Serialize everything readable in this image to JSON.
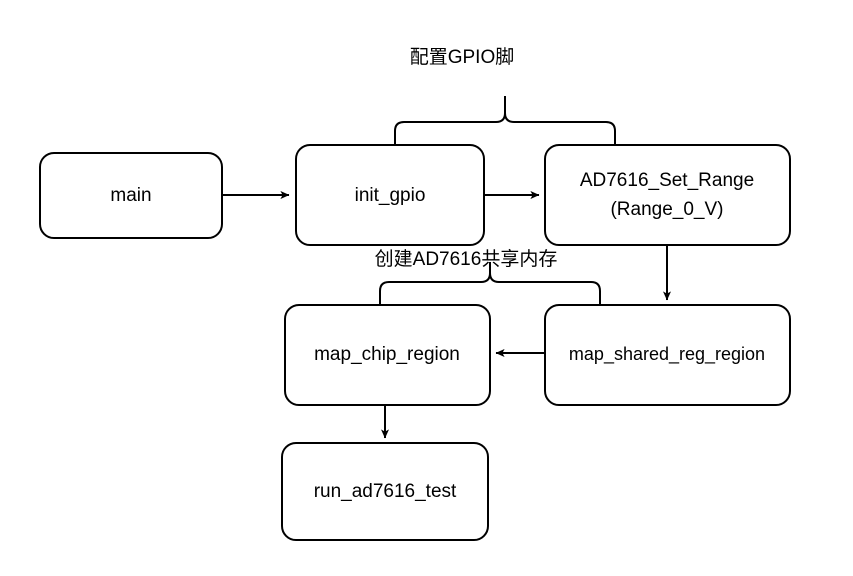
{
  "diagram": {
    "title_visible": false,
    "background_color": "#ffffff",
    "stroke_color": "#000000",
    "text_color": "#000000",
    "nodes": [
      {
        "id": "main",
        "label": "main",
        "label_line2": ""
      },
      {
        "id": "init_gpio",
        "label": "init_gpio",
        "label_line2": ""
      },
      {
        "id": "ad7616_set_range",
        "label": "AD7616_Set_Range",
        "label_line2": "(Range_0_V)"
      },
      {
        "id": "map_chip_region",
        "label": "map_chip_region",
        "label_line2": ""
      },
      {
        "id": "map_shared_reg_region",
        "label": "map_shared_reg_region",
        "label_line2": ""
      },
      {
        "id": "run_ad7616_test",
        "label": "run_ad7616_test",
        "label_line2": ""
      }
    ],
    "group_labels": [
      {
        "id": "configure_gpio_pins",
        "text": "配置GPIO脚"
      },
      {
        "id": "create_shared_memory",
        "text": "创建AD7616共享内存"
      }
    ],
    "edges": [
      {
        "from": "main",
        "to": "init_gpio",
        "direction": "right"
      },
      {
        "from": "init_gpio",
        "to": "ad7616_set_range",
        "direction": "right"
      },
      {
        "from": "ad7616_set_range",
        "to": "map_shared_reg_region",
        "direction": "down"
      },
      {
        "from": "map_shared_reg_region",
        "to": "map_chip_region",
        "direction": "left"
      },
      {
        "from": "map_chip_region",
        "to": "run_ad7616_test",
        "direction": "down"
      }
    ]
  }
}
